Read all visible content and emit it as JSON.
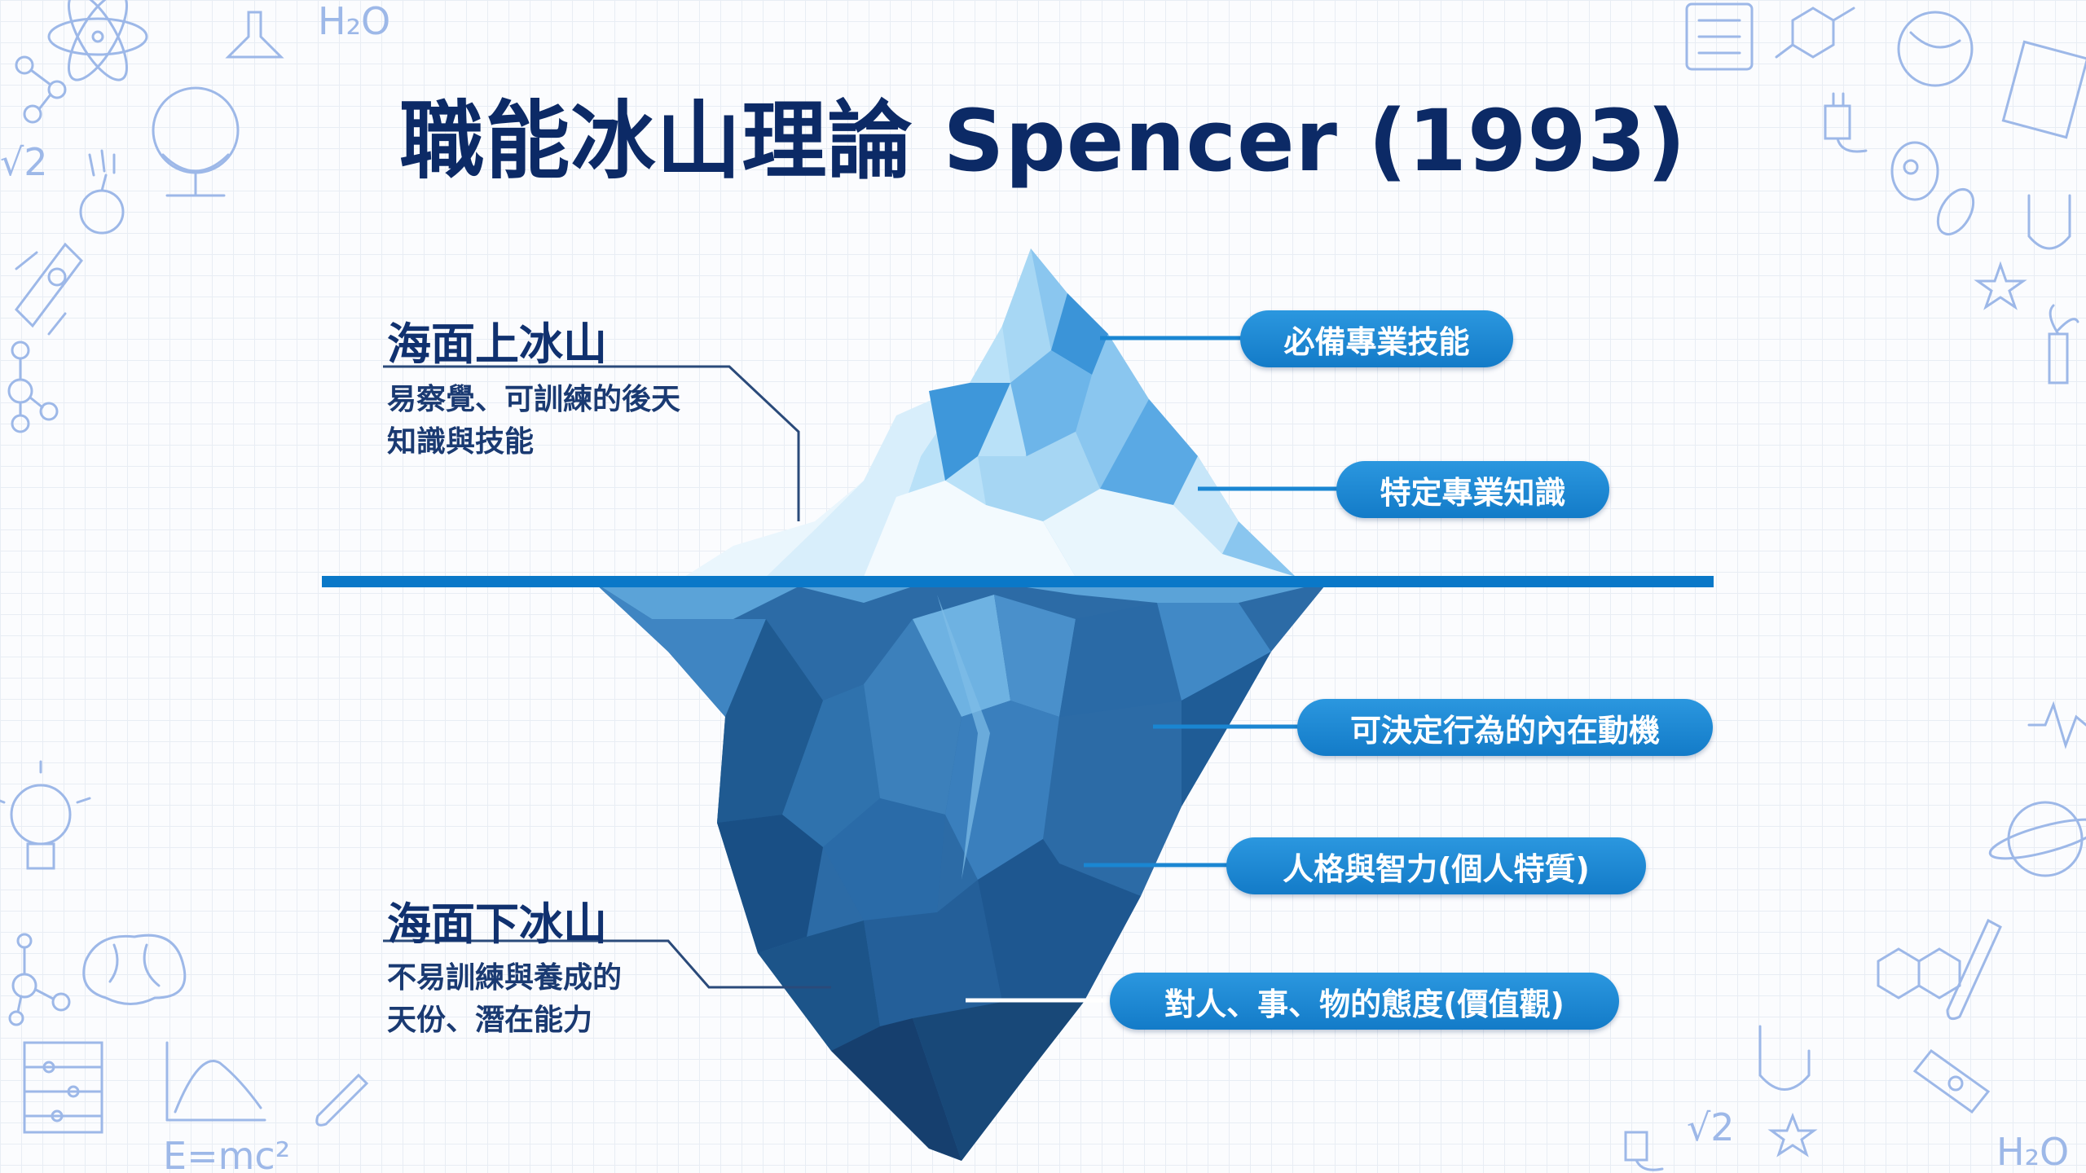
{
  "title": "職能冰山理論 Spencer (1993)",
  "above": {
    "heading": "海面上冰山",
    "desc_line1": "易察覺、可訓練的後天",
    "desc_line2": "知識與技能"
  },
  "below": {
    "heading": "海面下冰山",
    "desc_line1": "不易訓練與養成的",
    "desc_line2": "天份、潛在能力"
  },
  "pills": [
    "必備專業技能",
    "特定專業知識",
    "可決定行為的內在動機",
    "人格與智力(個人特質)",
    "對人、事、物的態度(價值觀)"
  ],
  "doodle_text": {
    "h2o": "H₂O",
    "sqrt2": "√2",
    "emc2": "E=mc²"
  },
  "colors": {
    "title": "#0c2a66",
    "waterline": "#0a78c8",
    "pill": "#1a86d2",
    "connector": "#1a86d2",
    "doodle": "#9db8e8"
  },
  "icons": [
    "atom-icon",
    "flask-icon",
    "molecule-icon",
    "globe-icon",
    "apple-icon",
    "rocket-icon",
    "lightbulb-icon",
    "brain-icon",
    "abacus-icon",
    "chart-icon",
    "test-tube-icon",
    "calculator-icon",
    "hexagon-molecule-icon",
    "plug-icon",
    "microbe-icon",
    "magnet-icon",
    "star-icon",
    "sprout-icon",
    "heartbeat-icon",
    "planet-icon"
  ]
}
